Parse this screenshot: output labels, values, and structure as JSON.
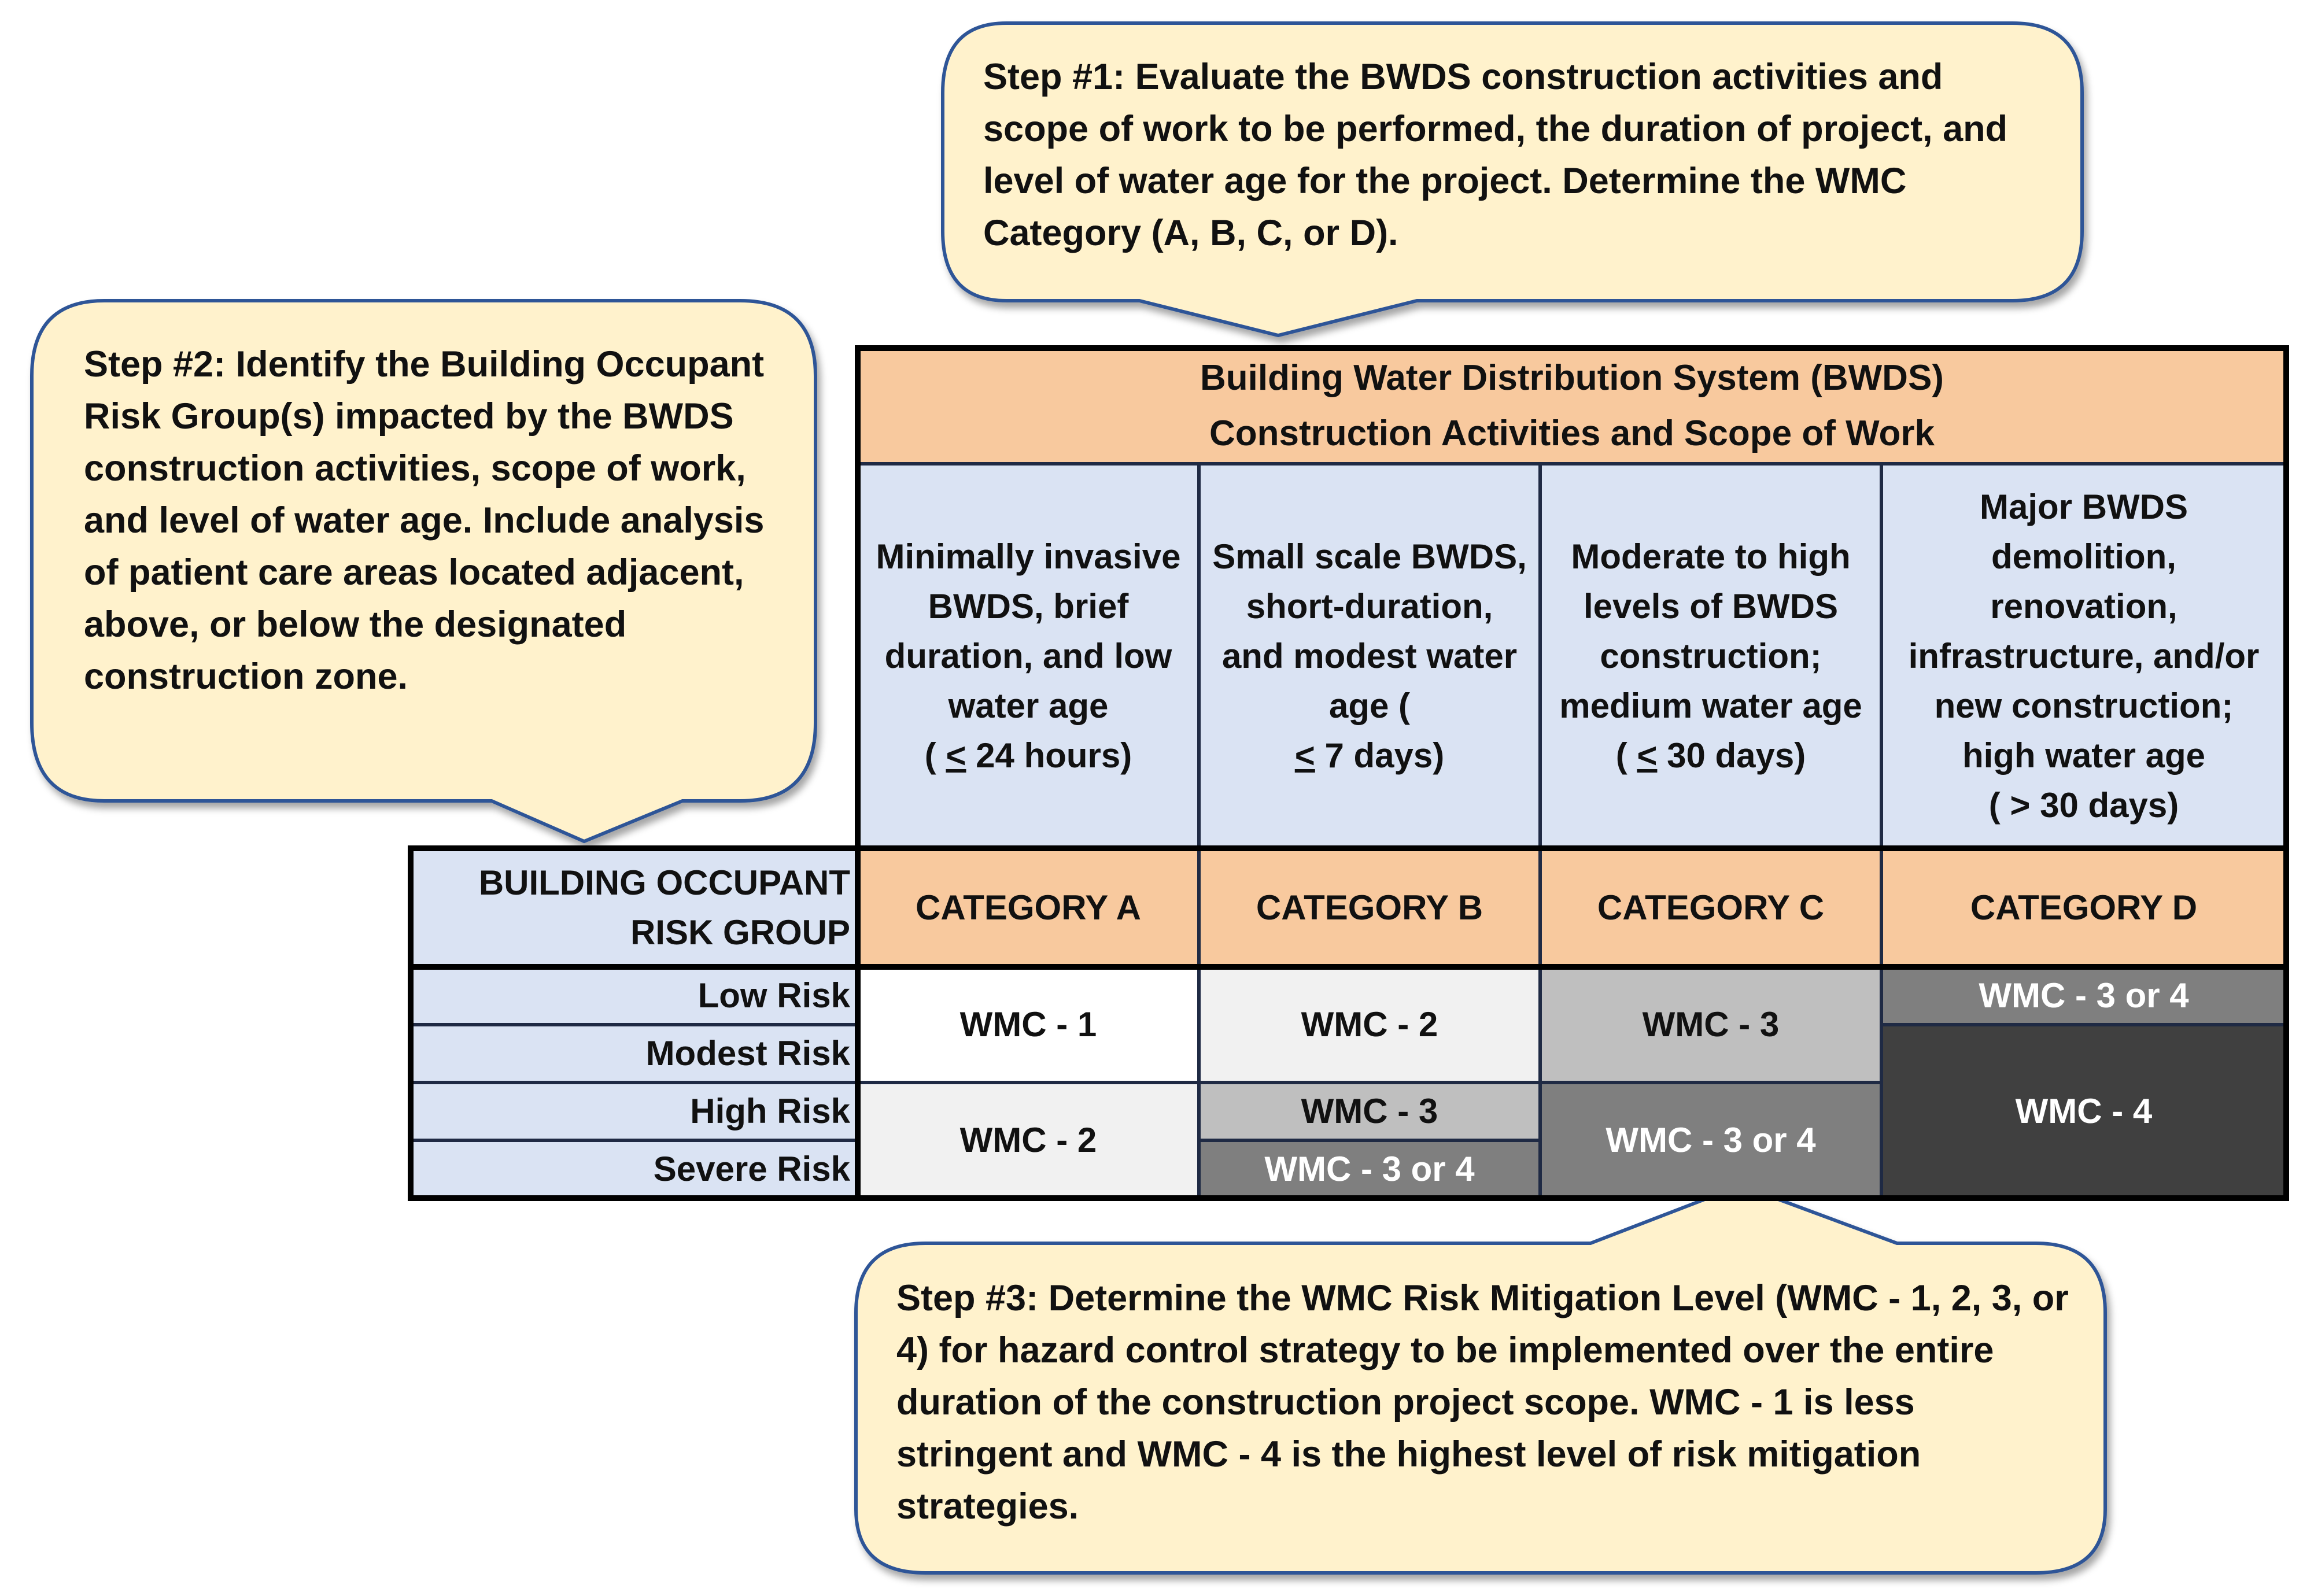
{
  "callouts": {
    "step1": "Step #1:  Evaluate the BWDS construction activities and scope of work to be performed, the duration of project, and level of water age for the project.  Determine the WMC Category (A, B, C, or D).",
    "step2": "Step #2:  Identify the Building Occupant Risk Group(s) impacted by the BWDS construction activities, scope of work, and level of water age. Include analysis of patient care areas located adjacent, above, or below the designated construction zone.",
    "step3": "Step #3:  Determine the WMC Risk Mitigation Level (WMC - 1, 2, 3, or 4) for hazard control strategy to be implemented over the entire duration of the construction project scope.  WMC - 1 is less stringent and WMC - 4 is the highest level of risk mitigation strategies."
  },
  "table": {
    "header_line1": "Building Water Distribution System (BWDS)",
    "header_line2": "Construction Activities and Scope of Work",
    "risk_group_header": "BUILDING OCCUPANT RISK GROUP",
    "columns": [
      {
        "desc": "Minimally invasive BWDS, brief duration, and low water age",
        "age_prefix": "( ",
        "age_sym": "<",
        "age_rest": " 24 hours)",
        "category": "CATEGORY A"
      },
      {
        "desc": "Small scale BWDS, short-duration, and modest water age (",
        "age_prefix": "",
        "age_sym": "<",
        "age_rest": " 7 days)",
        "category": "CATEGORY B"
      },
      {
        "desc": "Moderate to high levels of BWDS construction; medium water age",
        "age_prefix": "( ",
        "age_sym": "<",
        "age_rest": " 30 days)",
        "category": "CATEGORY C"
      },
      {
        "desc": "Major BWDS demolition, renovation, infrastructure, and/or new construction; high water age",
        "age_prefix": "( ",
        "age_sym": ">",
        "age_rest": " 30 days)",
        "category": "CATEGORY D"
      }
    ],
    "risks": [
      "Low Risk",
      "Modest Risk",
      "High Risk",
      "Severe Risk"
    ],
    "wmc": {
      "a_low_modest": "WMC - 1",
      "a_high_severe": "WMC - 2",
      "b_low_modest": "WMC - 2",
      "b_high": "WMC - 3",
      "b_severe": "WMC - 3 or 4",
      "c_low_modest": "WMC - 3",
      "c_high_severe": "WMC - 3 or 4",
      "d_low": "WMC - 3 or 4",
      "d_modest_severe": "WMC - 4"
    }
  },
  "colors": {
    "callout_fill": "#fff2cc",
    "callout_stroke": "#2f5597",
    "header_blue": "#dae3f3",
    "category_orange": "#f8c99e"
  }
}
